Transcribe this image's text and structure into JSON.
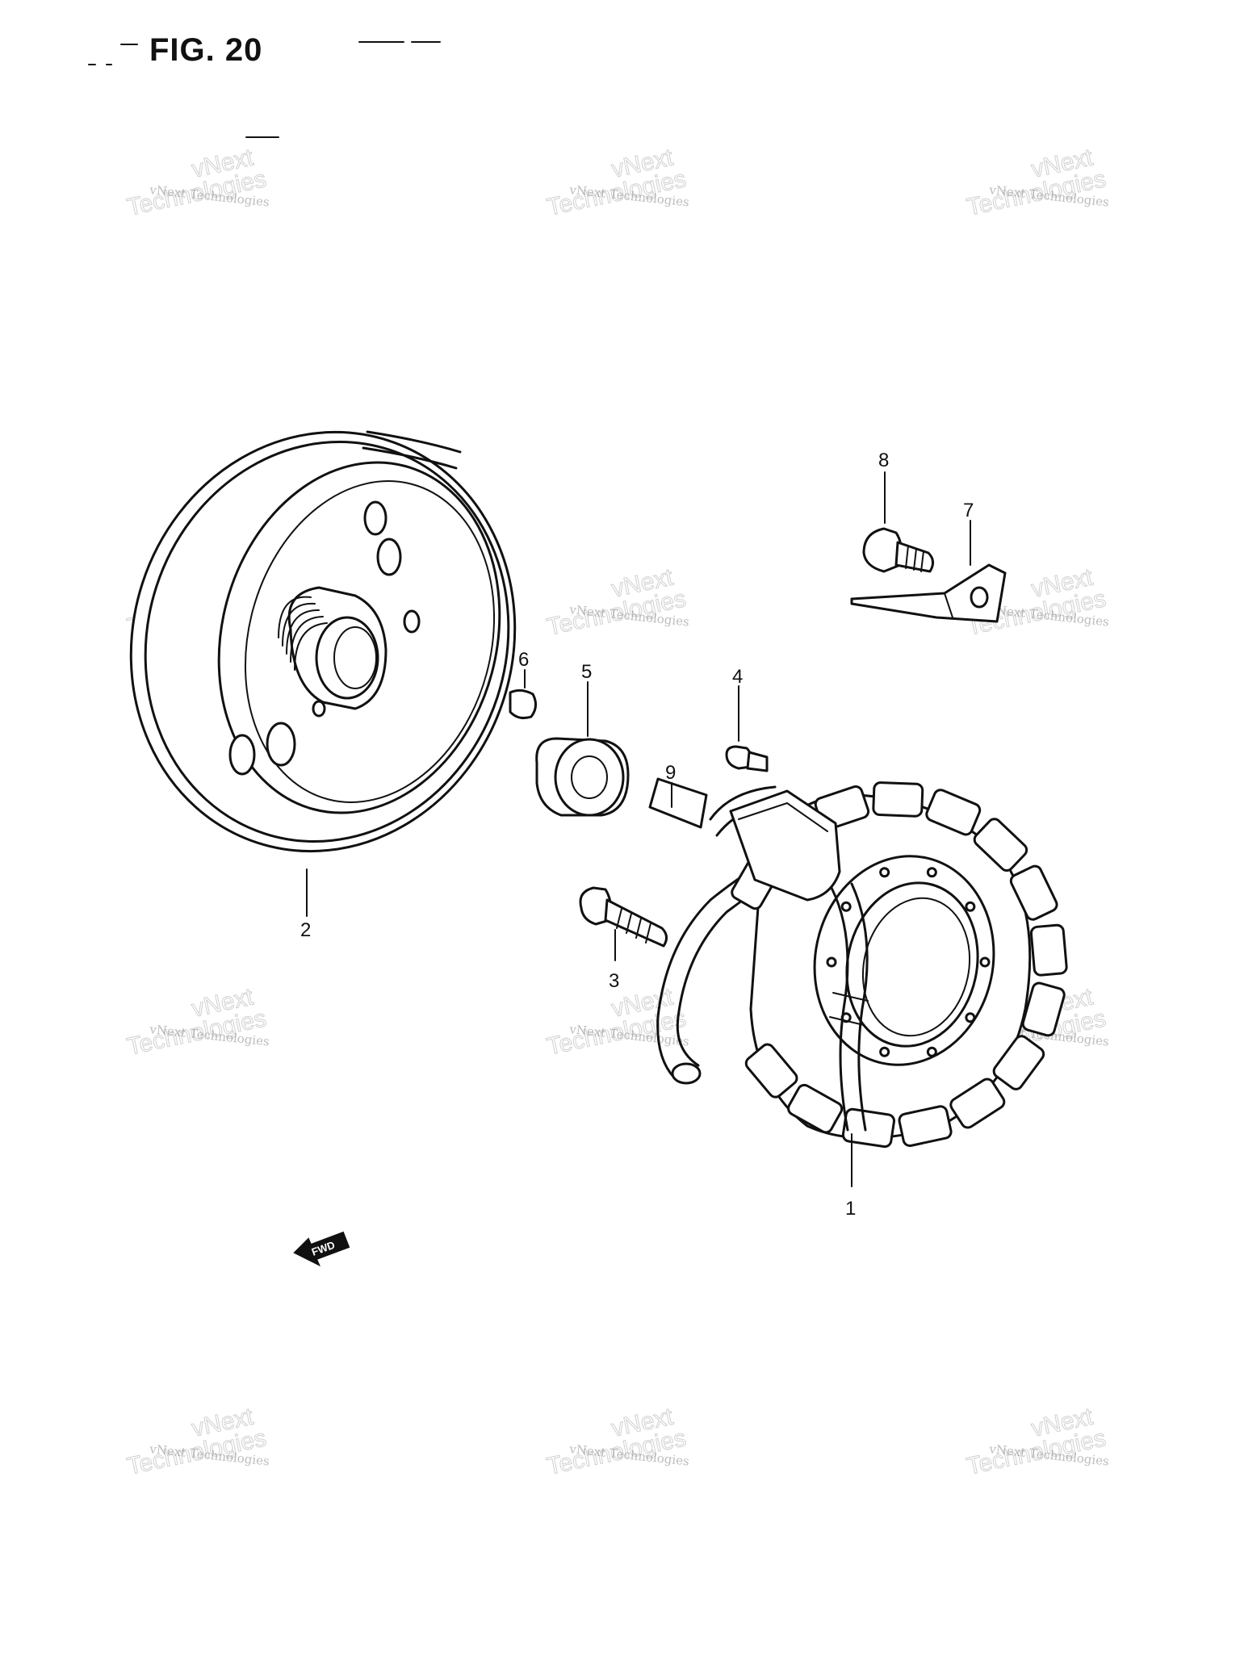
{
  "figure": {
    "title": "FIG. 20"
  },
  "callouts": [
    {
      "id": "1",
      "label": "1"
    },
    {
      "id": "2",
      "label": "2"
    },
    {
      "id": "3",
      "label": "3"
    },
    {
      "id": "4",
      "label": "4"
    },
    {
      "id": "5",
      "label": "5"
    },
    {
      "id": "6",
      "label": "6"
    },
    {
      "id": "7",
      "label": "7"
    },
    {
      "id": "8",
      "label": "8"
    },
    {
      "id": "9",
      "label": "9"
    }
  ],
  "fwd_marker": {
    "label": "FWD"
  },
  "watermark": {
    "line1": "vNext Technologies",
    "line2": "Technologies",
    "line3": "vNext"
  }
}
